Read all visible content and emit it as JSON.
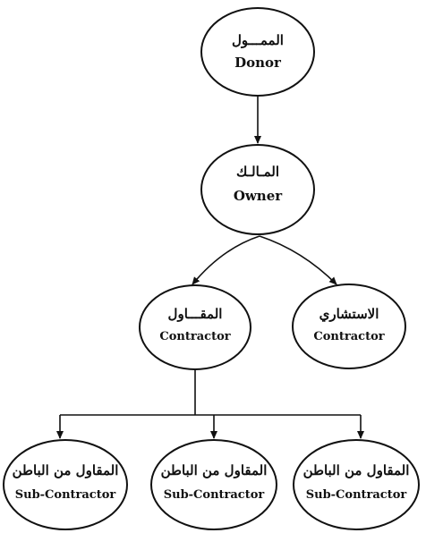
{
  "nodes": [
    {
      "id": "donor",
      "arabic": "الممـــول",
      "english": "Donor"
    },
    {
      "id": "owner",
      "arabic": "المـالـك",
      "english": "Owner"
    },
    {
      "id": "contractor",
      "arabic": "المقـــاول",
      "english": "Contractor"
    },
    {
      "id": "consultant",
      "arabic": "الاستشاري",
      "english": "Contractor"
    },
    {
      "id": "sub1",
      "arabic": "المقاول من الباطن",
      "english": "Sub-Contractor"
    },
    {
      "id": "sub2",
      "arabic": "المقاول من الباطن",
      "english": "Sub-Contractor"
    },
    {
      "id": "sub3",
      "arabic": "المقاول من الباطن",
      "english": "Sub-Contractor"
    }
  ],
  "edges": [
    {
      "from": "donor",
      "to": "owner"
    },
    {
      "from": "owner",
      "to": "contractor"
    },
    {
      "from": "owner",
      "to": "consultant"
    },
    {
      "from": "contractor",
      "to": "sub1"
    },
    {
      "from": "contractor",
      "to": "sub2"
    },
    {
      "from": "contractor",
      "to": "sub3"
    }
  ],
  "colors": {
    "stroke": "#111111",
    "fill": "#ffffff",
    "background": "#ffffff"
  }
}
